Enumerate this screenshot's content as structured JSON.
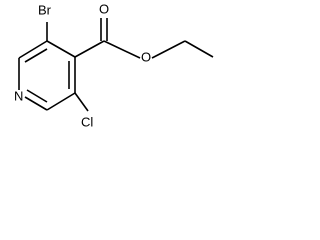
{
  "structure": {
    "atoms": {
      "bromine": "Br",
      "carbonyl_oxygen": "O",
      "ester_oxygen": "O",
      "nitrogen": "N",
      "chlorine": "Cl"
    },
    "bond_color": "#000000",
    "text_color": "#000000"
  }
}
